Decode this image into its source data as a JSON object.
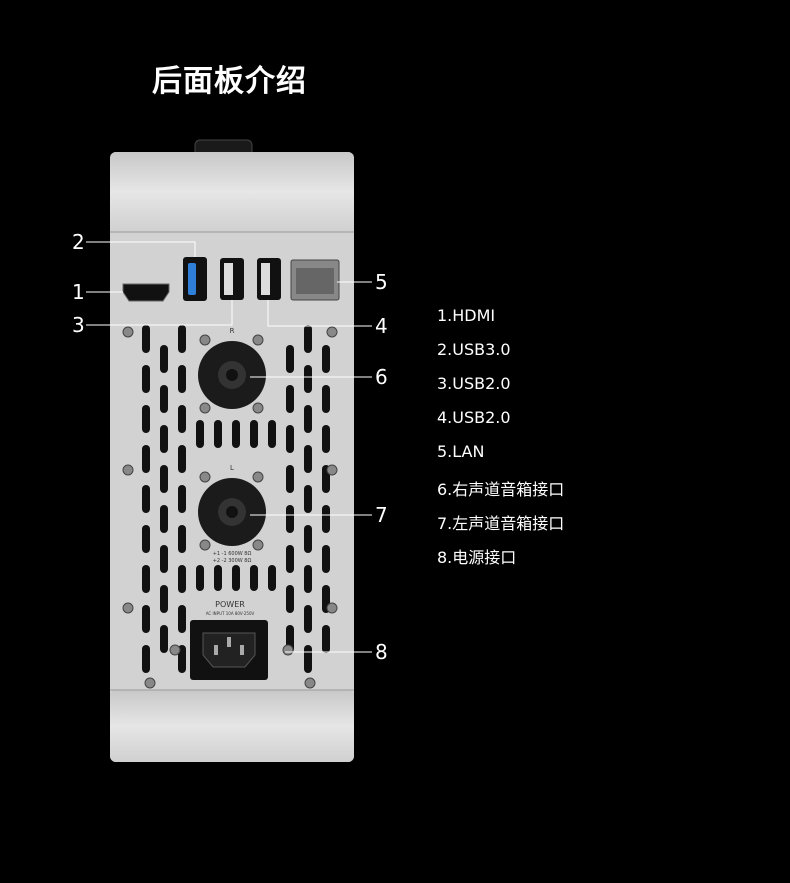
{
  "title": "后面板介绍",
  "specs": [
    "1.HDMI",
    "2.USB3.0",
    "3.USB2.0",
    "4.USB2.0",
    "5.LAN",
    "6.右声道音箱接口",
    "7.左声道音箱接口",
    "8.电源接口"
  ],
  "callouts": [
    "1",
    "2",
    "3",
    "4",
    "5",
    "6",
    "7",
    "8"
  ],
  "panel": {
    "speaker_r_label": "R",
    "speaker_l_label": "L",
    "rating_1": "+1 -1 600W 8Ω",
    "rating_2": "+2 -2 300W 8Ω",
    "power_label": "POWER",
    "ac_input": "AC INPUT 10A 80V-250V"
  },
  "colors": {
    "background": "#000000",
    "chassis": "#d4d4d4",
    "usb3": "#2f7fd8"
  }
}
